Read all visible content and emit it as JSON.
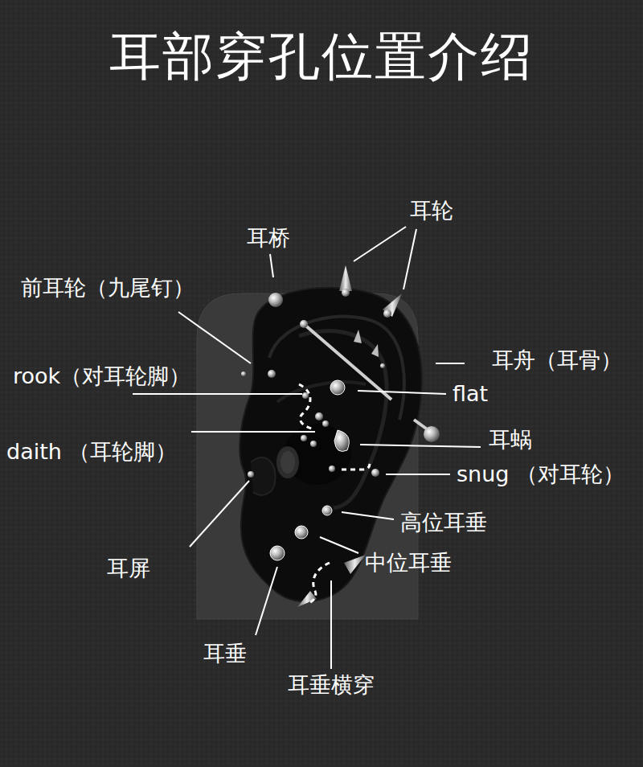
{
  "diagram": {
    "title": "耳部穿孔位置介绍",
    "labels": [
      "耳轮",
      "耳桥",
      "前耳轮（九尾钉）",
      "耳舟（耳骨）",
      "rook（对耳轮脚）",
      "flat",
      "耳蜗",
      "daith （耳轮脚）",
      "snug （对耳轮）",
      "高位耳垂",
      "中位耳垂",
      "耳屏",
      "耳垂",
      "耳垂横穿"
    ]
  }
}
